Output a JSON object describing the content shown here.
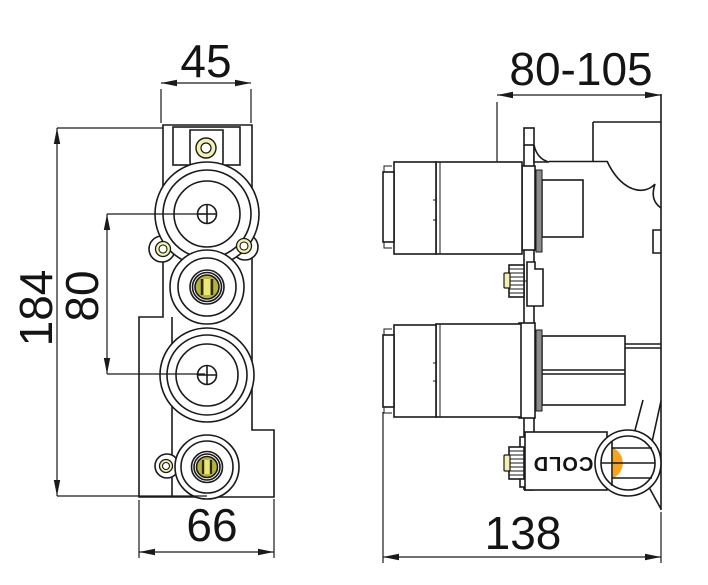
{
  "drawing": {
    "front_view": {
      "dim_width_top": "45",
      "dim_height": "184",
      "dim_hole_spacing": "80",
      "dim_width_bottom": "66"
    },
    "side_view": {
      "dim_depth_adjustable": "80-105",
      "dim_depth_total": "138",
      "port_label_cold": "COLD"
    },
    "colors": {
      "line": "#1a1a1a",
      "hole_yellow": "#f2f2ae",
      "fitting_olive": "#b5b33c",
      "port_orange": "#f7a51d",
      "gasket_gray": "#8c8c8c"
    }
  }
}
